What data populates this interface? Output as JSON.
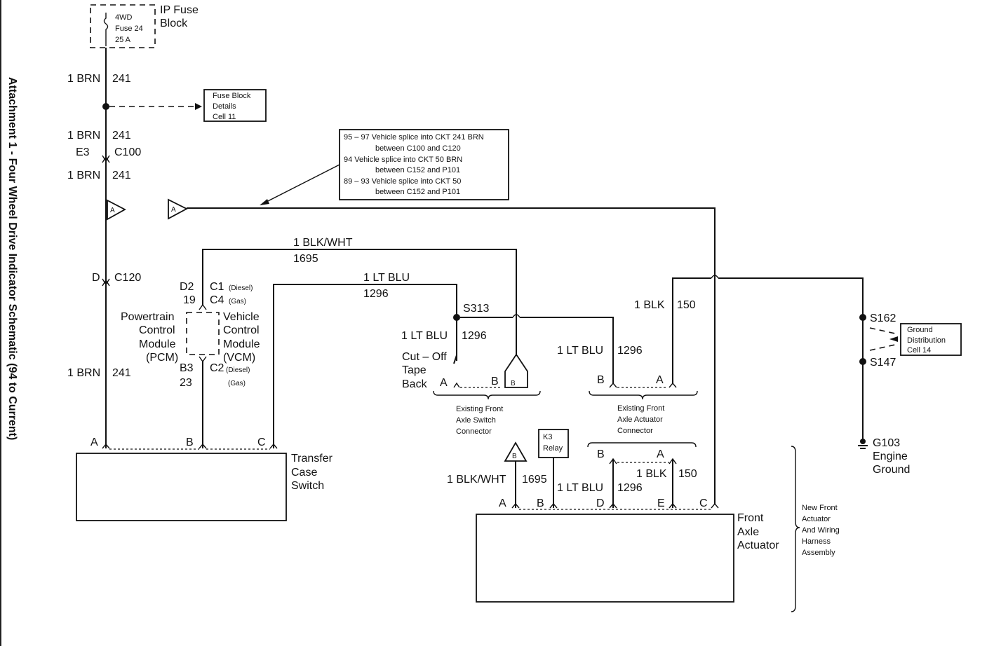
{
  "page_title": "Attachment 1 - Four Wheel Drive Indicator Schematic (94 to Current)",
  "fuse": {
    "label1": "4WD",
    "label2": "Fuse 24",
    "label3": "25 A",
    "block1": "IP Fuse",
    "block2": "Block"
  },
  "wires": {
    "brn": "1 BRN",
    "brn_num": "241",
    "blkwht": "1 BLK/WHT",
    "blkwht_num": "1695",
    "ltblu": "1 LT BLU",
    "ltblu_num": "1296",
    "blk": "1 BLK",
    "blk_num": "150"
  },
  "connectors": {
    "c100": "C100",
    "e3": "E3",
    "c120": "C120",
    "d": "D",
    "d2": "D2",
    "n19": "19",
    "c1": "C1",
    "diesel": "(Diesel)",
    "c4": "C4",
    "gas": "(Gas)",
    "b3": "B3",
    "n23": "23",
    "c2": "C2",
    "s313": "S313",
    "s162": "S162",
    "s147": "S147",
    "g103": "G103",
    "pin_a": "A",
    "pin_b": "B",
    "pin_c": "C",
    "pin_d": "D",
    "pin_e": "E"
  },
  "fuse_details": {
    "line1": "Fuse Block",
    "line2": "Details",
    "line3": "Cell 11"
  },
  "splice_note": {
    "line1": "95 – 97 Vehicle splice into CKT 241 BRN",
    "line2": "between C100 and C120",
    "line3": "94 Vehicle splice into CKT 50 BRN",
    "line4": "between C152 and P101",
    "line5": "89 – 93 Vehicle splice into CKT 50",
    "line6": "between C152 and P101"
  },
  "pcm": {
    "line1": "Powertrain",
    "line2": "Control",
    "line3": "Module",
    "line4": "(PCM)"
  },
  "vcm": {
    "line1": "Vehicle",
    "line2": "Control",
    "line3": "Module",
    "line4": "(VCM)"
  },
  "cutoff": {
    "line1": "Cut – Off",
    "line2": "Tape",
    "line3": "Back"
  },
  "front_axle_switch": {
    "line1": "Existing Front",
    "line2": "Axle Switch",
    "line3": "Connector"
  },
  "front_axle_actuator_conn": {
    "line1": "Existing Front",
    "line2": "Axle Actuator",
    "line3": "Connector"
  },
  "ground_dist": {
    "line1": "Ground",
    "line2": "Distribution",
    "line3": "Cell 14"
  },
  "engine_ground": {
    "line1": "Engine",
    "line2": "Ground"
  },
  "transfer_case": {
    "line1": "Transfer",
    "line2": "Case",
    "line3": "Switch"
  },
  "k3": {
    "line1": "K3",
    "line2": "Relay"
  },
  "front_axle_actuator": {
    "line1": "Front",
    "line2": "Axle",
    "line3": "Actuator"
  },
  "harness": {
    "line1": "New Front",
    "line2": "Actuator",
    "line3": "And Wiring",
    "line4": "Harness",
    "line5": "Assembly"
  },
  "flags": {
    "a": "A",
    "b": "B"
  }
}
